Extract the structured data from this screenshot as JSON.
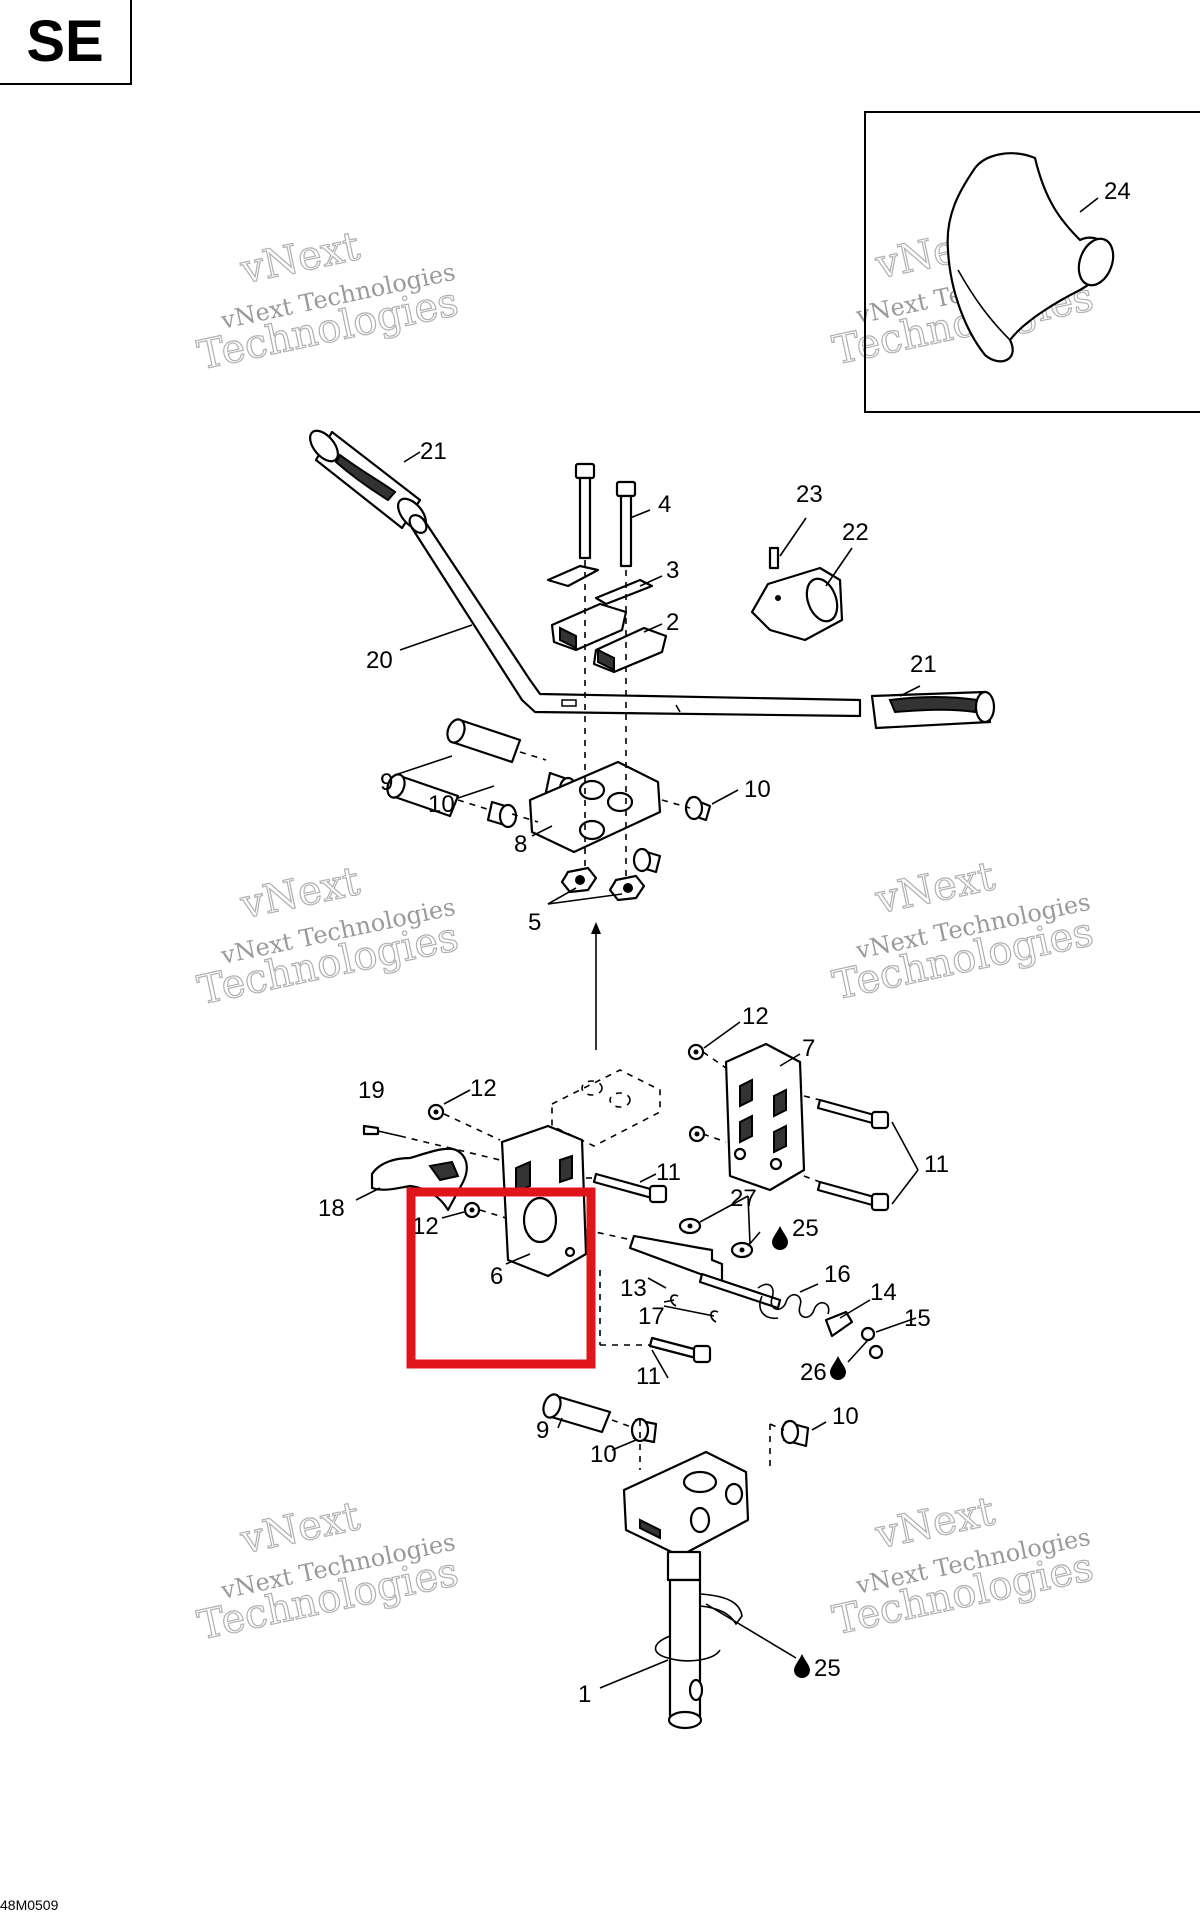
{
  "header_label": "SE",
  "drawing_code": "48M0509",
  "watermark": {
    "line1": "vNext Technologies",
    "line2": "vNext",
    "line3": "Technologies"
  },
  "highlight_color": "#e0141b",
  "callouts": [
    "24",
    "21",
    "4",
    "23",
    "22",
    "3",
    "2",
    "20",
    "21",
    "9",
    "10",
    "10",
    "8",
    "5",
    "12",
    "7",
    "19",
    "12",
    "11",
    "11",
    "18",
    "12",
    "27",
    "25",
    "6",
    "13",
    "16",
    "14",
    "17",
    "15",
    "26",
    "11",
    "9",
    "10",
    "10",
    "25",
    "1"
  ]
}
